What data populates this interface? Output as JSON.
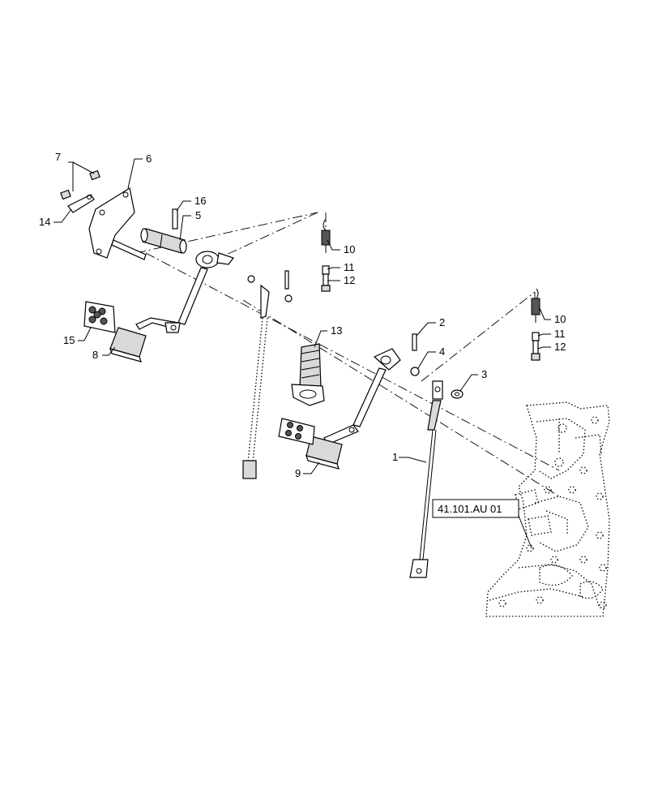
{
  "callouts": [
    {
      "id": "c1",
      "label": "1"
    },
    {
      "id": "c2",
      "label": "2"
    },
    {
      "id": "c3",
      "label": "3"
    },
    {
      "id": "c4",
      "label": "4"
    },
    {
      "id": "c5",
      "label": "5"
    },
    {
      "id": "c6",
      "label": "6"
    },
    {
      "id": "c7",
      "label": "7"
    },
    {
      "id": "c8",
      "label": "8"
    },
    {
      "id": "c9",
      "label": "9"
    },
    {
      "id": "c10a",
      "label": "10"
    },
    {
      "id": "c10b",
      "label": "10"
    },
    {
      "id": "c11a",
      "label": "11"
    },
    {
      "id": "c11b",
      "label": "11"
    },
    {
      "id": "c12a",
      "label": "12"
    },
    {
      "id": "c12b",
      "label": "12"
    },
    {
      "id": "c13",
      "label": "13"
    },
    {
      "id": "c14",
      "label": "14"
    },
    {
      "id": "c15",
      "label": "15"
    },
    {
      "id": "c16",
      "label": "16"
    }
  ],
  "reference": {
    "label": "41.101.AU 01"
  }
}
